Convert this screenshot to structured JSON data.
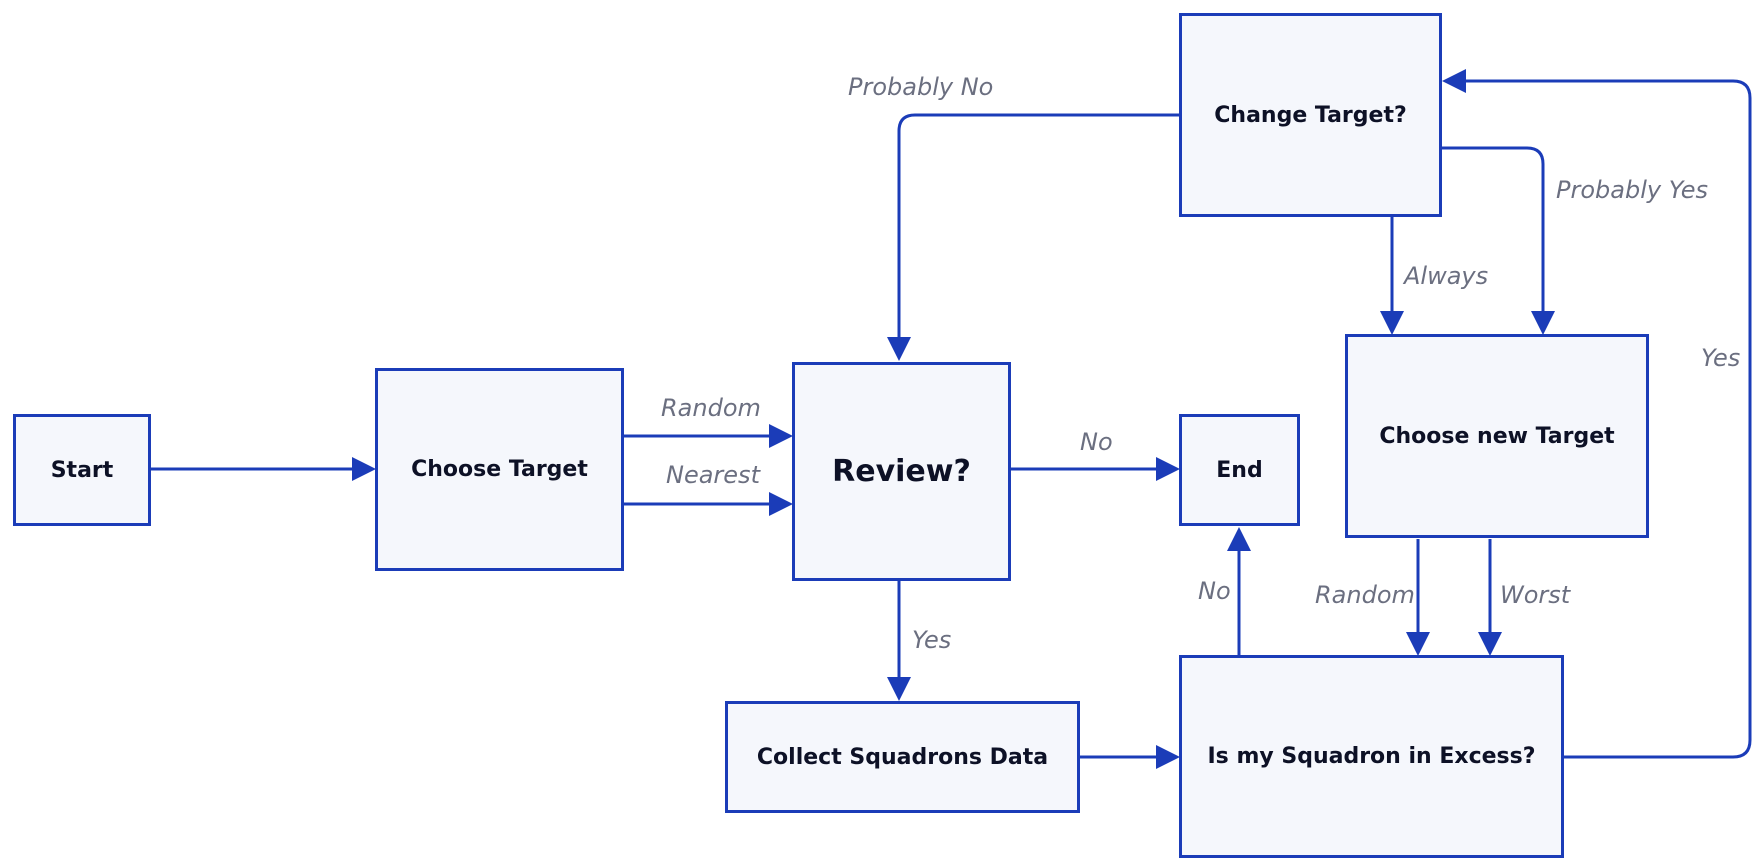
{
  "colors": {
    "stroke": "#1b3cb8",
    "node_fill": "#f5f7fc",
    "node_text": "#0d1126",
    "edge_label": "#6b6f80"
  },
  "nodes": {
    "start": "Start",
    "choose_target": "Choose Target",
    "review": "Review?",
    "end": "End",
    "change_target": "Change Target?",
    "choose_new_target": "Choose new Target",
    "collect_data": "Collect Squadrons Data",
    "squadron_excess": "Is my Squadron in Excess?"
  },
  "edges": {
    "random_1": "Random",
    "nearest": "Nearest",
    "no_review_end": "No",
    "yes_review_collect": "Yes",
    "probably_no": "Probably No",
    "probably_yes": "Probably Yes",
    "always": "Always",
    "random_2": "Random",
    "worst": "Worst",
    "no_excess_end": "No",
    "yes_excess_change": "Yes"
  }
}
